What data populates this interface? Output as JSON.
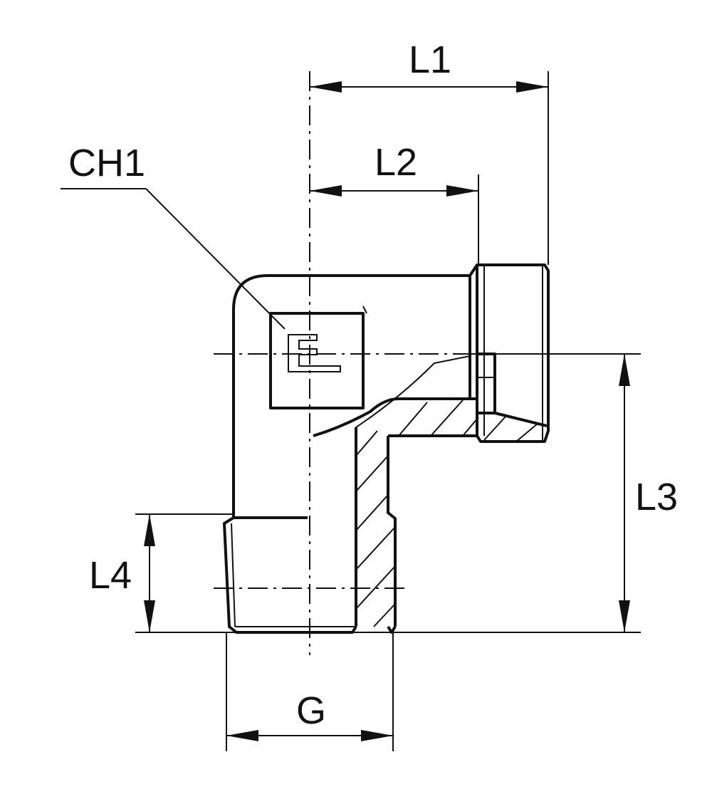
{
  "drawing": {
    "labels": {
      "l1": "L1",
      "l2": "L2",
      "l3": "L3",
      "l4": "L4",
      "ch1": "CH1",
      "g": "G"
    }
  }
}
